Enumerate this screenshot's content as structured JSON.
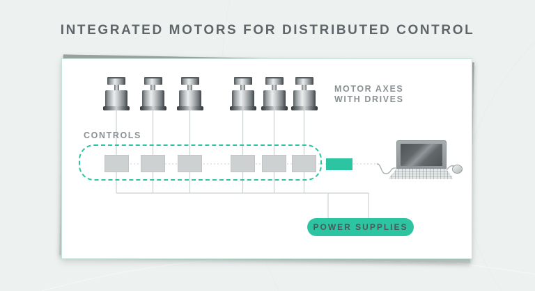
{
  "title": "INTEGRATED MOTORS FOR DISTRIBUTED CONTROL",
  "card": {
    "motor_axes_label_line1": "MOTOR AXES",
    "motor_axes_label_line2": "WITH DRIVES",
    "controls_label": "CONTROLS",
    "power_supplies_label": "POWER SUPPLIES",
    "motors": [
      "motor-1",
      "motor-2",
      "motor-3",
      "motor-4",
      "motor-5",
      "motor-6"
    ],
    "control_modules": [
      "control-module-1",
      "control-module-2",
      "control-module-3",
      "control-module-4",
      "control-module-5",
      "control-module-6"
    ],
    "gateway": "interface-module",
    "computer": "laptop-with-mouse"
  },
  "colors": {
    "accent": "#2dc5a1",
    "background": "#edf1f0",
    "card": "#ffffff",
    "card_border": "#c4e7d9",
    "title_text": "#5f666a",
    "label_text": "#8a9194",
    "pill_text": "#50565c",
    "connector_line": "#ccd1d1",
    "module_fill": "#cdd1d2"
  }
}
